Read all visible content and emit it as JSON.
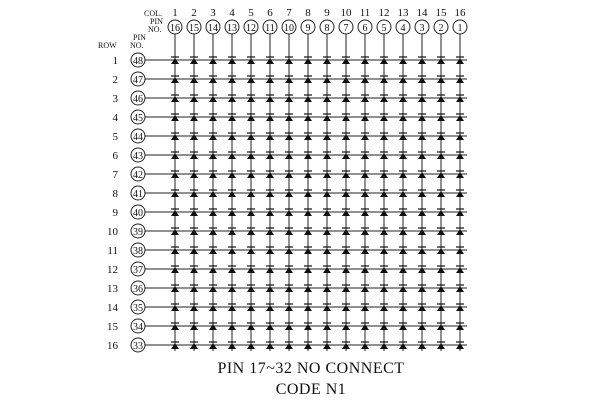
{
  "header": {
    "col_label": "COL.",
    "pin_label_line1": "PIN",
    "pin_label_line2": "NO.",
    "row_label": "ROW",
    "row_pin_label_line1": "PIN",
    "row_pin_label_line2": "NO."
  },
  "columns": [
    {
      "col": "1",
      "pin": "16"
    },
    {
      "col": "2",
      "pin": "15"
    },
    {
      "col": "3",
      "pin": "14"
    },
    {
      "col": "4",
      "pin": "13"
    },
    {
      "col": "5",
      "pin": "12"
    },
    {
      "col": "6",
      "pin": "11"
    },
    {
      "col": "7",
      "pin": "10"
    },
    {
      "col": "8",
      "pin": "9"
    },
    {
      "col": "9",
      "pin": "8"
    },
    {
      "col": "10",
      "pin": "7"
    },
    {
      "col": "11",
      "pin": "6"
    },
    {
      "col": "12",
      "pin": "5"
    },
    {
      "col": "13",
      "pin": "4"
    },
    {
      "col": "14",
      "pin": "3"
    },
    {
      "col": "15",
      "pin": "2"
    },
    {
      "col": "16",
      "pin": "1"
    }
  ],
  "rows": [
    {
      "row": "1",
      "pin": "48"
    },
    {
      "row": "2",
      "pin": "47"
    },
    {
      "row": "3",
      "pin": "46"
    },
    {
      "row": "4",
      "pin": "45"
    },
    {
      "row": "5",
      "pin": "44"
    },
    {
      "row": "6",
      "pin": "43"
    },
    {
      "row": "7",
      "pin": "42"
    },
    {
      "row": "8",
      "pin": "41"
    },
    {
      "row": "9",
      "pin": "40"
    },
    {
      "row": "10",
      "pin": "39"
    },
    {
      "row": "11",
      "pin": "38"
    },
    {
      "row": "12",
      "pin": "37"
    },
    {
      "row": "13",
      "pin": "36"
    },
    {
      "row": "14",
      "pin": "35"
    },
    {
      "row": "15",
      "pin": "34"
    },
    {
      "row": "16",
      "pin": "33"
    }
  ],
  "caption": {
    "line1": "PIN 17~32 NO CONNECT",
    "line2": "CODE N1"
  }
}
